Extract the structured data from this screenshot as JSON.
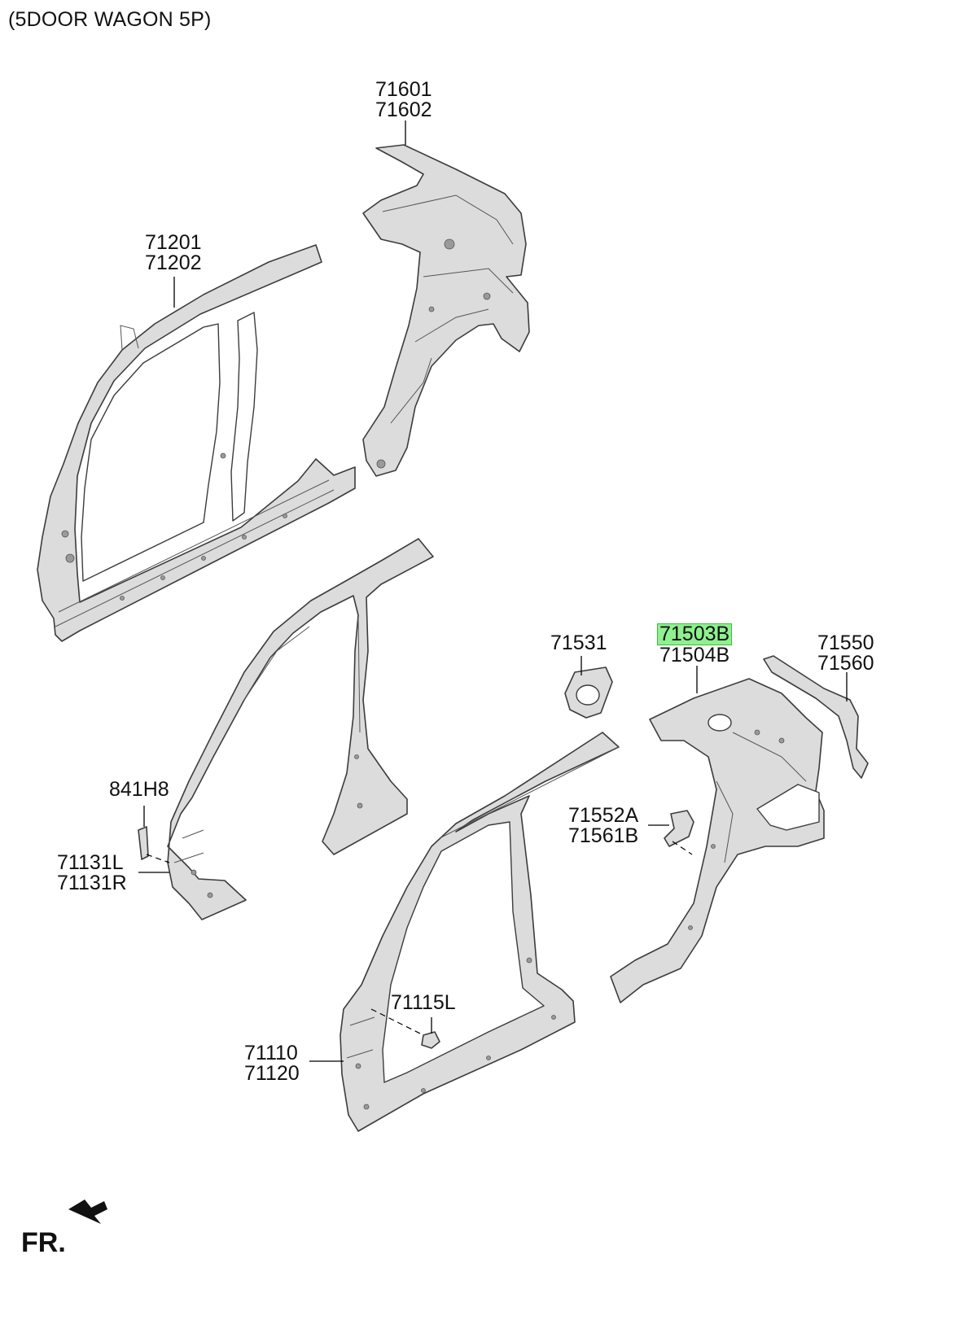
{
  "title": "(5DOOR WAGON 5P)",
  "highlight_color": "#8ff08f",
  "parts": {
    "p71601": [
      "71601",
      "71602"
    ],
    "p71201": [
      "71201",
      "71202"
    ],
    "p71531": [
      "71531"
    ],
    "p71503": [
      "71503B",
      "71504B"
    ],
    "p71550": [
      "71550",
      "71560"
    ],
    "p841h8": [
      "841H8"
    ],
    "p71552": [
      "71552A",
      "71561B"
    ],
    "p71131": [
      "71131L",
      "71131R"
    ],
    "p71115": [
      "71115L"
    ],
    "p71110": [
      "71110",
      "71120"
    ]
  },
  "highlighted_part": "71503B",
  "direction_label": "FR.",
  "direction_icon": "front-arrow-icon"
}
